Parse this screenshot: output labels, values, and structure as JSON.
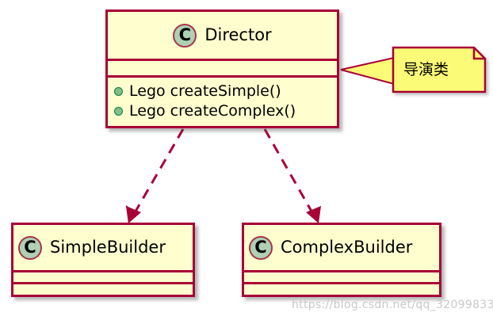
{
  "diagram": {
    "type": "uml-class-diagram",
    "colors": {
      "border": "#A80036",
      "class_fill": "#FEFECE",
      "note_fill": "#FBFB77",
      "icon_fill": "#ADD1B2",
      "visibility_public": "#84BE84",
      "shadow": "#808080",
      "watermark": "#C9C9C9"
    },
    "classes": [
      {
        "id": "director",
        "name": "Director",
        "stereotype_icon": "C",
        "attributes": [],
        "methods": [
          {
            "visibility": "public",
            "signature": "Lego createSimple()"
          },
          {
            "visibility": "public",
            "signature": "Lego createComplex()"
          }
        ]
      },
      {
        "id": "simple-builder",
        "name": "SimpleBuilder",
        "stereotype_icon": "C",
        "attributes": [],
        "methods": []
      },
      {
        "id": "complex-builder",
        "name": "ComplexBuilder",
        "stereotype_icon": "C",
        "attributes": [],
        "methods": []
      }
    ],
    "notes": [
      {
        "id": "director-note",
        "text": "导演类",
        "attached_to": "Director"
      }
    ],
    "relationships": [
      {
        "from": "Director",
        "to": "SimpleBuilder",
        "type": "dependency",
        "line": "dashed",
        "arrow": "open"
      },
      {
        "from": "Director",
        "to": "ComplexBuilder",
        "type": "dependency",
        "line": "dashed",
        "arrow": "open"
      }
    ],
    "watermark": "https://blog.csdn.net/qq_32099833"
  }
}
